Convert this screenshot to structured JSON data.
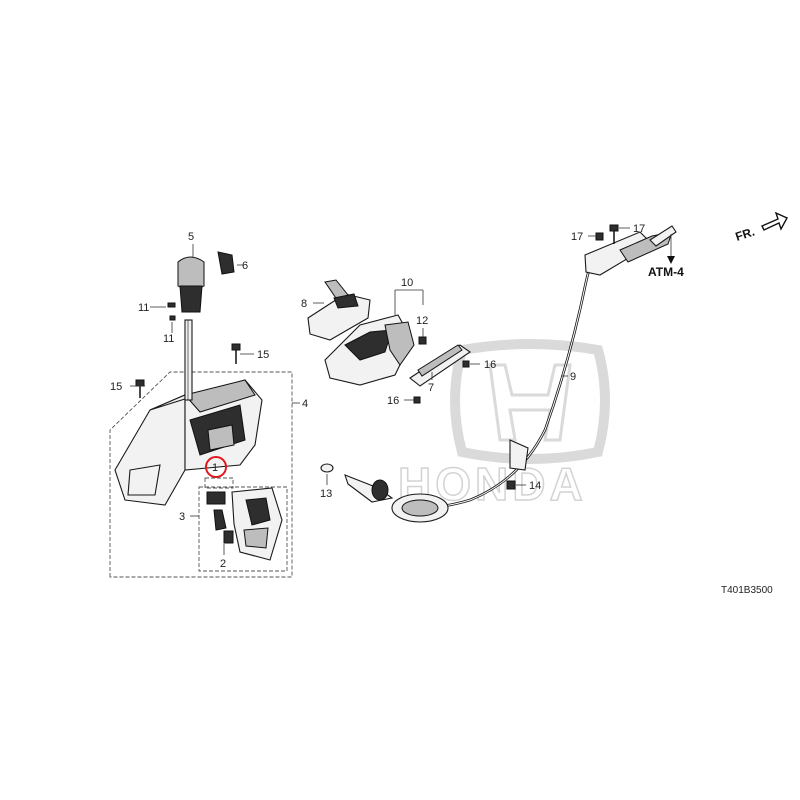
{
  "diagram_code": "T401B3500",
  "front_indicator": "FR.",
  "callout": "ATM-4",
  "highlight_color": "#e0191f",
  "watermark": {
    "brand": "HONDA",
    "logo": "honda-h-logo-icon"
  },
  "labels": {
    "p1": "1",
    "p2": "2",
    "p3": "3",
    "p4": "4",
    "p5": "5",
    "p6": "6",
    "p7": "7",
    "p8": "8",
    "p9": "9",
    "p10": "10",
    "p11a": "11",
    "p11b": "11",
    "p12": "12",
    "p13": "13",
    "p14": "14",
    "p15a": "15",
    "p15b": "15",
    "p16a": "16",
    "p16b": "16",
    "p17a": "17",
    "p17b": "17"
  }
}
